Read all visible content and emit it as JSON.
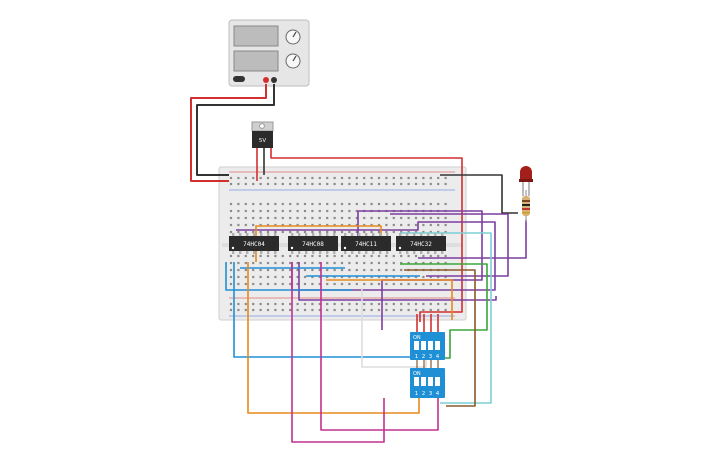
{
  "regulator": {
    "label": "5V"
  },
  "chips": [
    {
      "label": "74HC04"
    },
    {
      "label": "74HC08"
    },
    {
      "label": "74HC11"
    },
    {
      "label": "74HC32"
    }
  ],
  "dip_switches": [
    {
      "on_label": "ON",
      "numbers": [
        "1",
        "2",
        "3",
        "4"
      ]
    },
    {
      "on_label": "ON",
      "numbers": [
        "1",
        "2",
        "3",
        "4"
      ]
    }
  ],
  "colors": {
    "red": "#d32f2f",
    "black": "#333333",
    "purple": "#7b3fa0",
    "blue": "#1f8fd6",
    "orange": "#e8891c",
    "magenta": "#c2318f",
    "green": "#3aa53a",
    "brown": "#8a5a2b",
    "cyan": "#7ccfd3",
    "white": "#dddddd"
  }
}
